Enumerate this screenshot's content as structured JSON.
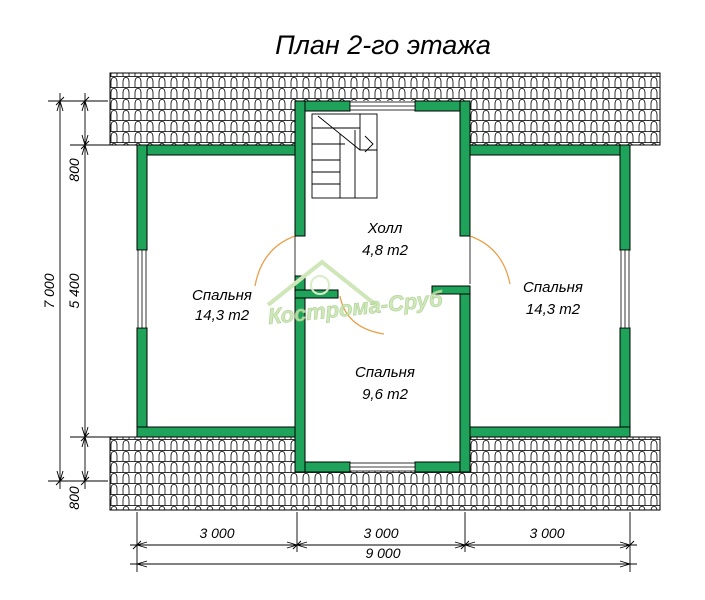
{
  "title": "План 2-го этажа",
  "rooms": [
    {
      "name": "Холл",
      "area": "4,8 m2"
    },
    {
      "name": "Спальня",
      "area": "14,3 m2"
    },
    {
      "name": "Спальня",
      "area": "14,3 m2"
    },
    {
      "name": "Спальня",
      "area": "9,6 m2"
    }
  ],
  "dimensions": {
    "left_total": "7 000",
    "left_middle": "5 400",
    "left_top": "800",
    "left_bottom": "800",
    "bottom_sections": [
      "3 000",
      "3 000",
      "3 000"
    ],
    "bottom_total": "9 000"
  },
  "watermark": "Кострома-Сруб",
  "colors": {
    "wall": "#1fa35a",
    "wall_outline": "#000000",
    "roof_tile": "#000000",
    "door_arc": "#e8a04a",
    "watermark": "#c7e3b0"
  }
}
